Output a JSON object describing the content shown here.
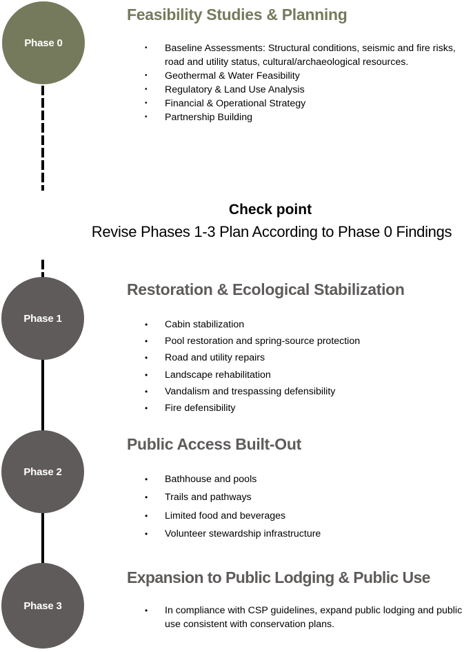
{
  "colors": {
    "phase0": "#767a5c",
    "phase_other": "#5e5b5a",
    "connector": "#000000"
  },
  "phases": [
    {
      "label": "Phase 0",
      "title": "Feasibility Studies & Planning",
      "items": [
        "Baseline Assessments: Structural conditions, seismic and fire risks, road and utility status, cultural/archaeological resources.",
        "Geothermal & Water Feasibility",
        "Regulatory & Land Use Analysis",
        "Financial & Operational Strategy",
        "Partnership Building"
      ]
    },
    {
      "label": "Phase 1",
      "title": "Restoration & Ecological Stabilization",
      "items": [
        "Cabin stabilization",
        "Pool restoration and spring-source protection",
        "Road and utility repairs",
        "Landscape rehabilitation",
        "Vandalism and trespassing defensibility",
        "Fire defensibility"
      ]
    },
    {
      "label": "Phase 2",
      "title": "Public Access Built-Out",
      "items": [
        "Bathhouse and pools",
        "Trails and pathways",
        "Limited food and beverages",
        "Volunteer stewardship infrastructure"
      ]
    },
    {
      "label": "Phase 3",
      "title": "Expansion to Public Lodging & Public Use",
      "items": [
        "In compliance with CSP guidelines, expand public lodging and public use consistent with conservation plans."
      ]
    }
  ],
  "checkpoint": {
    "title": "Check point",
    "subtitle": "Revise Phases 1-3 Plan According to Phase 0 Findings"
  },
  "bullet_glyph": "•"
}
